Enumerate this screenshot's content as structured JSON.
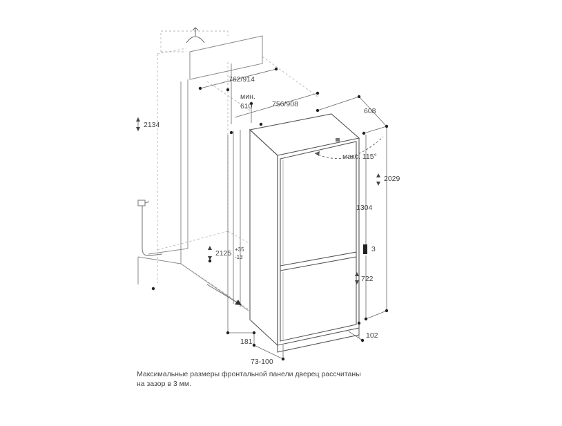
{
  "diagram": {
    "dimensions": {
      "niche_height": "2134",
      "niche_width": "762/914",
      "min_label": "мин.",
      "min_value": "610",
      "niche_depth": "756/908",
      "depth": "608",
      "max_angle": "макс. 115°",
      "total_height": "2029",
      "upper_door": "1304",
      "gap": "3",
      "install_height": "2125",
      "install_tol_plus": "+35",
      "install_tol_minus": "-13",
      "lower_door": "722",
      "plinth_depth": "181",
      "plinth_height": "73-100",
      "foot": "102"
    }
  },
  "caption": {
    "line1": "Максимальные размеры фронтальной панели дверец рассчитаны",
    "line2": "на зазор в 3 мм."
  }
}
